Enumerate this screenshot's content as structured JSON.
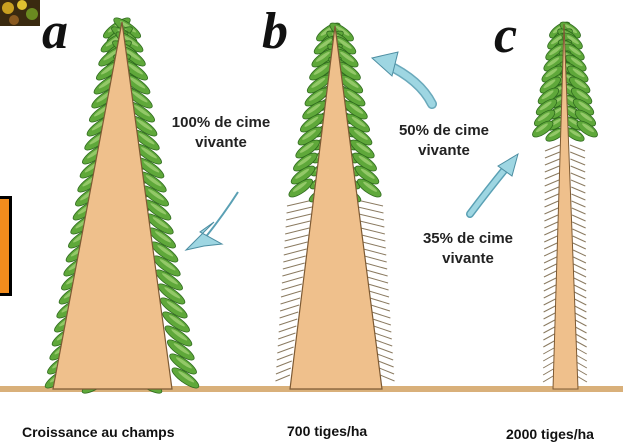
{
  "panels": [
    {
      "letter": "a",
      "crown_label": "100% de cime vivante",
      "crown_line1": "100% de cime",
      "crown_line2": "vivante",
      "caption": "Croissance au champs",
      "live_crown_fraction": 1.0
    },
    {
      "letter": "b",
      "crown_label": "50% de cime vivante",
      "crown_line1": "50% de cime",
      "crown_line2": "vivante",
      "caption": "700 tiges/ha",
      "live_crown_fraction": 0.5
    },
    {
      "letter": "c",
      "crown_label": "35% de cime vivante",
      "crown_line1": "35% de cime",
      "crown_line2": "vivante",
      "caption": "2000 tiges/ha",
      "live_crown_fraction": 0.35
    }
  ],
  "colors": {
    "trunk": "#efc08c",
    "foliage": "#5fa83a",
    "foliage_light": "#a9d67c",
    "dead_branches": "#8a7a60",
    "arrow": "#9ed6e2",
    "ground": "#d9b07a"
  }
}
